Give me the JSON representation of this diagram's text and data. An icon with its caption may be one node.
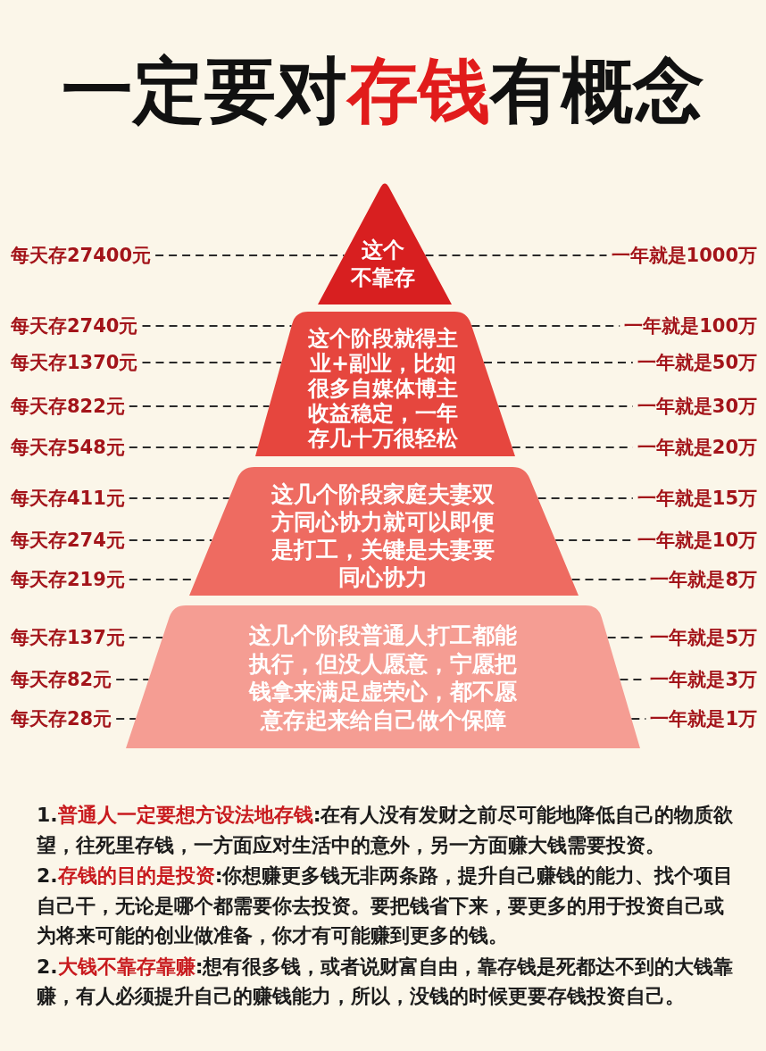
{
  "diagram": {
    "title": "一定要对**存钱**有概念",
    "nodes": [
      {
        "text": [
          "这个不靠存"
        ]
      },
      {
        "text": [
          "这个阶段就得主业+副业，比如很多自媒体博主收益稳定，一年存几十万很轻松"
        ]
      },
      {
        "text": [
          "这几个阶段家庭夫妻双方同心协力就可以即便是打工，关键是夫妻要同心协力"
        ]
      },
      {
        "text": [
          "这几个阶段普通人打工都能执行，但没人愿意，宁愿把钱拿来满足虚荣心，都不愿意存起来给自己做个保障"
        ]
      },
      {
        "text": [
          "每天存27400元"
        ]
      },
      {
        "text": [
          "一年就是1000万"
        ]
      },
      {
        "text": [
          "每天存2740元"
        ]
      },
      {
        "text": [
          "一年就是100万"
        ]
      },
      {
        "text": [
          "每天存1370元"
        ]
      },
      {
        "text": [
          "一年就是50万"
        ]
      },
      {
        "text": [
          "每天存822元"
        ]
      },
      {
        "text": [
          "一年就是30万"
        ]
      },
      {
        "text": [
          "每天存548元"
        ]
      },
      {
        "text": [
          "一年就是20万"
        ]
      },
      {
        "text": [
          "每天存411元"
        ]
      },
      {
        "text": [
          "一年就是15万"
        ]
      },
      {
        "text": [
          "每天存274元"
        ]
      },
      {
        "text": [
          "一年就是10万"
        ]
      },
      {
        "text": [
          "每天存219元"
        ]
      },
      {
        "text": [
          "一年就是8万"
        ]
      },
      {
        "text": [
          "每天存137元"
        ]
      },
      {
        "text": [
          "一年就是5万"
        ]
      },
      {
        "text": [
          "每天存82元"
        ]
      },
      {
        "text": [
          "一年就是3万"
        ]
      },
      {
        "text": [
          "每天存28元"
        ]
      },
      {
        "text": [
          "一年就是1万"
        ]
      }
    ],
    "edges": [
      {
        "from": 4,
        "to": 0,
        "arrow": "none",
        "style": "dashed"
      },
      {
        "from": 0,
        "to": 5,
        "arrow": "none",
        "style": "dashed"
      },
      {
        "from": 6,
        "to": 1,
        "arrow": "none",
        "style": "dashed"
      },
      {
        "from": 1,
        "to": 7,
        "arrow": "none",
        "style": "dashed"
      },
      {
        "from": 8,
        "to": 1,
        "arrow": "none",
        "style": "dashed"
      },
      {
        "from": 1,
        "to": 9,
        "arrow": "none",
        "style": "dashed"
      },
      {
        "from": 10,
        "to": 1,
        "arrow": "none",
        "style": "dashed"
      },
      {
        "from": 1,
        "to": 11,
        "arrow": "none",
        "style": "dashed"
      },
      {
        "from": 12,
        "to": 1,
        "arrow": "none",
        "style": "dashed"
      },
      {
        "from": 1,
        "to": 13,
        "arrow": "none",
        "style": "dashed"
      },
      {
        "from": 14,
        "to": 2,
        "arrow": "none",
        "style": "dashed"
      },
      {
        "from": 2,
        "to": 15,
        "arrow": "none",
        "style": "dashed"
      },
      {
        "from": 16,
        "to": 2,
        "arrow": "none",
        "style": "dashed"
      },
      {
        "from": 2,
        "to": 17,
        "arrow": "none",
        "style": "dashed"
      },
      {
        "from": 18,
        "to": 2,
        "arrow": "none",
        "style": "dashed"
      },
      {
        "from": 2,
        "to": 19,
        "arrow": "none",
        "style": "dashed"
      },
      {
        "from": 20,
        "to": 3,
        "arrow": "none",
        "style": "dashed"
      },
      {
        "from": 3,
        "to": 21,
        "arrow": "none",
        "style": "dashed"
      },
      {
        "from": 22,
        "to": 3,
        "arrow": "none",
        "style": "dashed"
      },
      {
        "from": 3,
        "to": 23,
        "arrow": "none",
        "style": "dashed"
      },
      {
        "from": 24,
        "to": 3,
        "arrow": "none",
        "style": "dashed"
      },
      {
        "from": 3,
        "to": 25,
        "arrow": "none",
        "style": "dashed"
      }
    ],
    "labels": [
      "1.**普通人一定要想方设法地存钱**:在有人没有发财之前尽可能地降低自己的物质欲望，往死里存钱，一方面应对生活中的意外，另一方面赚大钱需要投资。",
      "2.**存钱的目的是投资**:你想赚更多钱无非两条路，提升自己赚钱的能力、找个项目自己干，无论是哪个都需要你去投资。要把钱省下来，要更多的用于投资自己或为将来可能的创业做准备，你才有可能赚到更多的钱。",
      "2.**大钱不靠存靠赚**:想有很多钱，或者说财富自由，靠存钱是死都达不到的大钱靠赚，有人必须提升自己的赚钱能力，所以，没钱的时候更要存钱投资自己。"
    ]
  }
}
